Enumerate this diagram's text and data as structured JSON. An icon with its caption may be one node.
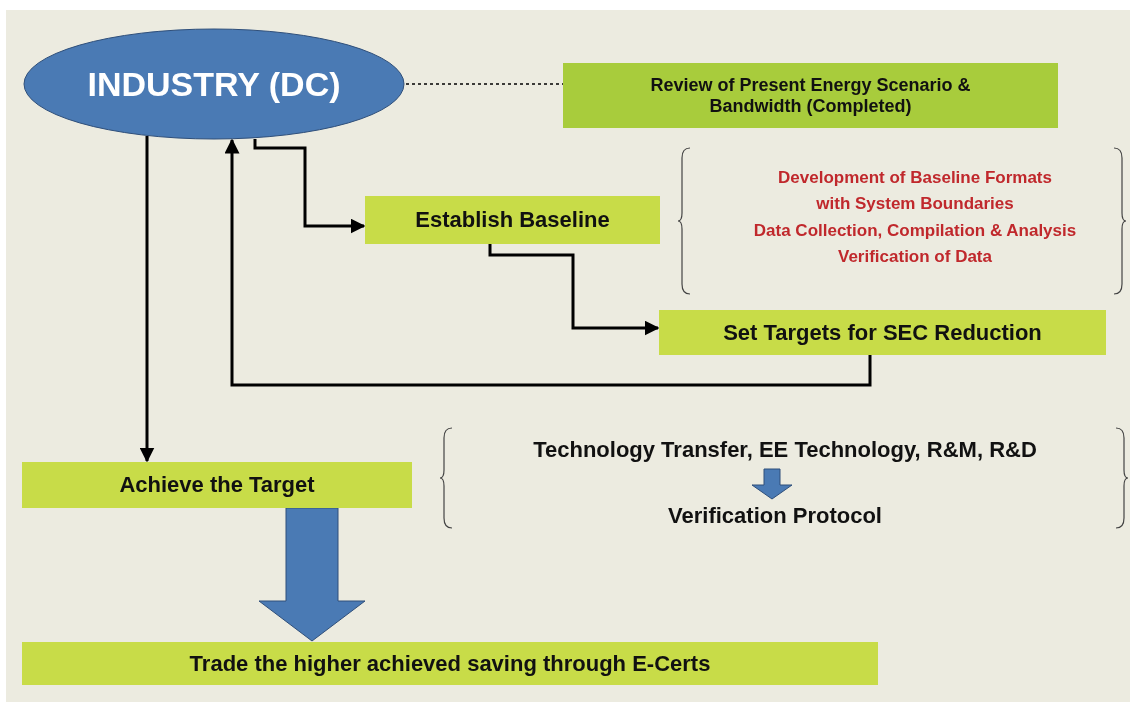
{
  "diagram": {
    "nodes": [
      {
        "text": [
          "INDUSTRY (DC)"
        ]
      },
      {
        "text": [
          "Review of Present Energy Scenario & Bandwidth (Completed)"
        ]
      },
      {
        "text": [
          "Establish Baseline"
        ]
      },
      {
        "text": [
          "Set Targets for SEC Reduction"
        ]
      },
      {
        "text": [
          "Achieve the Target"
        ]
      },
      {
        "text": [
          "Trade the higher achieved saving through E-Certs"
        ]
      },
      {
        "text": [
          "Technology Transfer, EE Technology, R&M, R&D"
        ]
      },
      {
        "text": [
          "Verification Protocol"
        ]
      }
    ],
    "edges": [
      {
        "from": 0,
        "to": 1,
        "arrow": "none",
        "style": "dashed"
      },
      {
        "from": 0,
        "to": 2,
        "arrow": "to"
      },
      {
        "from": 2,
        "to": 3,
        "arrow": "to"
      },
      {
        "from": 3,
        "to": 0,
        "arrow": "to"
      },
      {
        "from": 0,
        "to": 4,
        "arrow": "to"
      },
      {
        "from": 4,
        "to": 5,
        "arrow": "to",
        "style": "thick",
        "color": "#4a7ab4"
      },
      {
        "from": 6,
        "to": 7,
        "arrow": "to",
        "style": "thick",
        "color": "#4a7ab4"
      }
    ],
    "labels": [
      "Development of Baseline Formats with System Boundaries",
      "Data Collection, Compilation & Analysis",
      "Verification of Data"
    ]
  }
}
